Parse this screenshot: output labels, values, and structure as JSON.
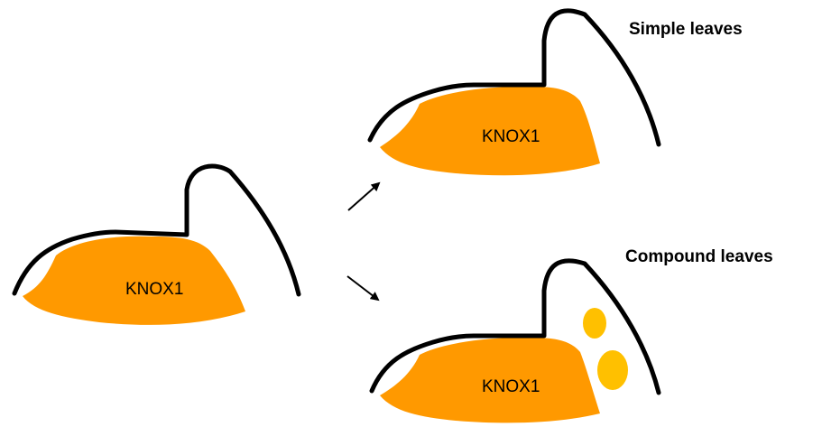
{
  "diagram": {
    "meristems": [
      {
        "id": "initial",
        "label": "KNOX1"
      },
      {
        "id": "simple",
        "label": "KNOX1"
      },
      {
        "id": "compound",
        "label": "KNOX1"
      }
    ],
    "outcomes": {
      "simple": "Simple leaves",
      "compound": "Compound leaves"
    },
    "colors": {
      "knox_domain": "#FF9900",
      "leaflet_primordia": "#FFC000",
      "outline": "#000000"
    }
  }
}
